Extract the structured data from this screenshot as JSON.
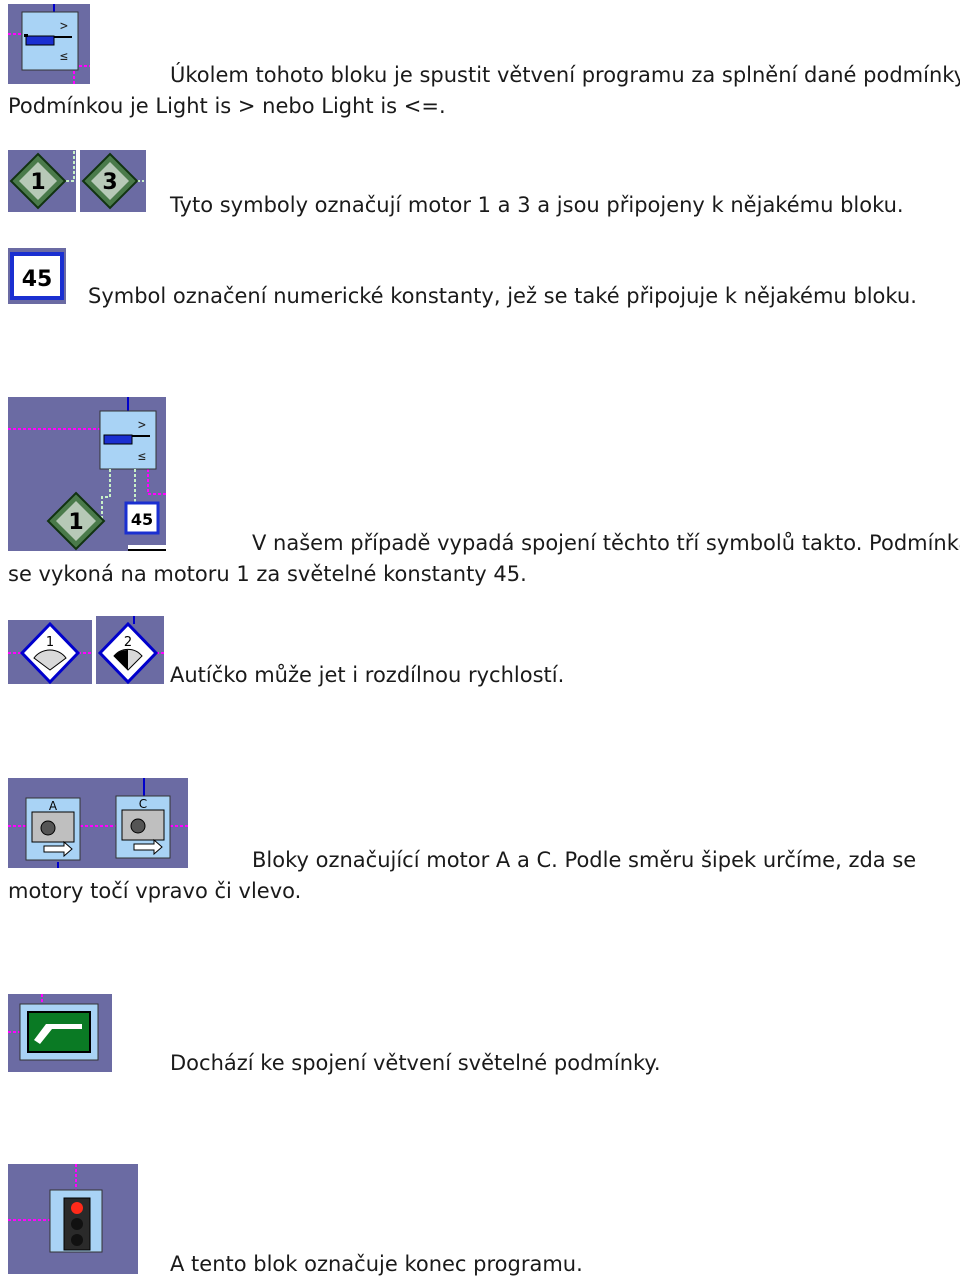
{
  "paragraphs": {
    "p1_line1": "Úkolem tohoto bloku je spustit větvení programu za splnění dané podmínky.",
    "p1_line2": "Podmínkou je Light is > nebo Light is <=.",
    "p2": "Tyto symboly označují motor 1 a 3 a jsou připojeny k nějakému bloku.",
    "p3": "Symbol označení numerické konstanty, jež se také připojuje k nějakému bloku.",
    "p4_line1": "V našem případě vypadá spojení těchto tří symbolů takto. Podmínka",
    "p4_line2": "se vykoná na motoru 1 za světelné konstanty 45.",
    "p5": "Autíčko může jet i rozdílnou rychlostí.",
    "p6_line1": "Bloky označující motor A a C. Podle směru šipek určíme, zda se",
    "p6_line2": "motory točí vpravo či vlevo.",
    "p7": "Dochází ke spojení větvení světelné podmínky.",
    "p8": "A tento blok označuje konec programu."
  },
  "icons": {
    "branch_gt": ">",
    "branch_le": "≤",
    "motor_1": "1",
    "motor_3": "3",
    "constant_45": "45",
    "speed_1": "1",
    "speed_2": "2",
    "motor_a": "A",
    "motor_c": "C"
  },
  "colors": {
    "panel_bg": "#6b6ba3",
    "block_bg": "#a9d3f5",
    "wire_magenta": "#ff00ff",
    "wire_blue": "#0000cc",
    "diamond_green": "#4a7a4a",
    "const_blue": "#1a2fd1",
    "merge_green": "#0a7a24"
  }
}
